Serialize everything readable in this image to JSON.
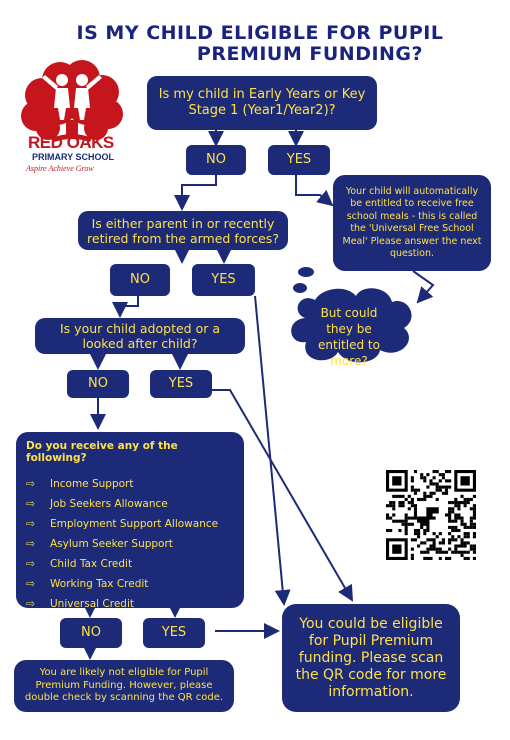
{
  "title": {
    "line1": "IS MY CHILD ELIGIBLE FOR PUPIL",
    "line2": "PREMIUM FUNDING?"
  },
  "logo": {
    "name": "RED OAKS",
    "sub": "PRIMARY SCHOOL",
    "tagline": "Aspire Achieve Grow"
  },
  "questions": {
    "q1": "Is my child in Early Years or Key Stage 1 (Year1/Year2)?",
    "q2": "Is either parent in or recently retired from the armed forces?",
    "q3": "Is your child adopted or a looked after child?",
    "q4_title": "Do you receive any of the following?"
  },
  "benefits": [
    "Income Support",
    "Job Seekers Allowance",
    "Employment Support Allowance",
    "Asylum Seeker Support",
    "Child Tax Credit",
    "Working Tax Credit",
    "Universal Credit"
  ],
  "list_marker": "⇨",
  "answers": {
    "no": "NO",
    "yes": "YES"
  },
  "info": {
    "universal_meals": "Your child will automatically be entitled to receive free school meals - this is called the 'Universal Free School Meal' Please answer the next question.",
    "cloud": "But could they be entitled to more?",
    "eligible": "You could be eligible for Pupil Premium funding. Please scan the QR code for more information.",
    "not_eligible": "You are likely not eligible for Pupil Premium Funding. However, please double check by scanning the QR code."
  },
  "colors": {
    "navy": "#1c2a78",
    "yellow": "#ffe14a",
    "title": "#1a237e",
    "logo_red": "#c4161c"
  }
}
